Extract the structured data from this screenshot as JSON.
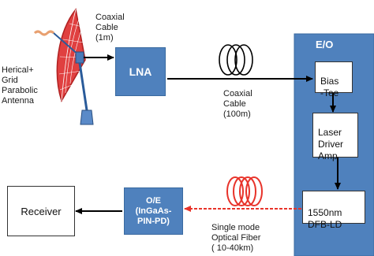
{
  "antenna": {
    "label": "Herical+\nGrid\nParabolic\nAntenna",
    "cable_label": "Coaxial\nCable\n(1m)"
  },
  "lna": {
    "label": "LNA"
  },
  "coax_long": {
    "label": "Coaxial\nCable\n(100m)"
  },
  "eo": {
    "title": "E/O",
    "bias_tee": "Bias\n-Tee",
    "laser_driver": "Laser\nDriver\nAmp",
    "dfb": "1550nm\nDFB-LD"
  },
  "fiber": {
    "label": "Single mode\nOptical Fiber\n( 10-40km)"
  },
  "oe": {
    "label": "O/E\n(InGaAs-\nPIN-PD)"
  },
  "receiver": {
    "label": "Receiver"
  },
  "colors": {
    "box_blue": "#4f81bd",
    "antenna_red": "#d93a3a",
    "fiber_red": "#e8332a",
    "line_black": "#000000"
  }
}
